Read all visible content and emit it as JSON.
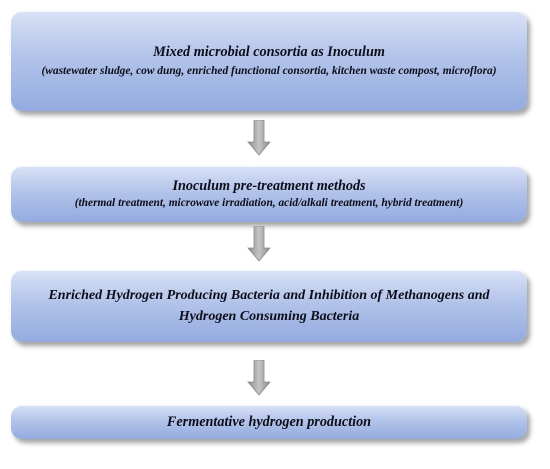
{
  "boxes": [
    {
      "title": "Mixed microbial consortia as Inoculum",
      "subtitle": "(wastewater sludge, cow dung, enriched functional consortia, kitchen waste compost, microflora)"
    },
    {
      "title": "Inoculum pre-treatment methods",
      "subtitle": "(thermal treatment, microwave irradiation, acid/alkali treatment, hybrid treatment)"
    },
    {
      "title": "Enriched Hydrogen Producing Bacteria and Inhibition of Methanogens and Hydrogen Consuming Bacteria"
    },
    {
      "title": "Fermentative hydrogen production"
    }
  ],
  "colors": {
    "box_top": "#d9e2f6",
    "box_bottom": "#93abe0",
    "arrow": "#a6a6a6",
    "text": "#0d0d1a"
  },
  "icons": {
    "connector": "down-arrow-icon"
  }
}
